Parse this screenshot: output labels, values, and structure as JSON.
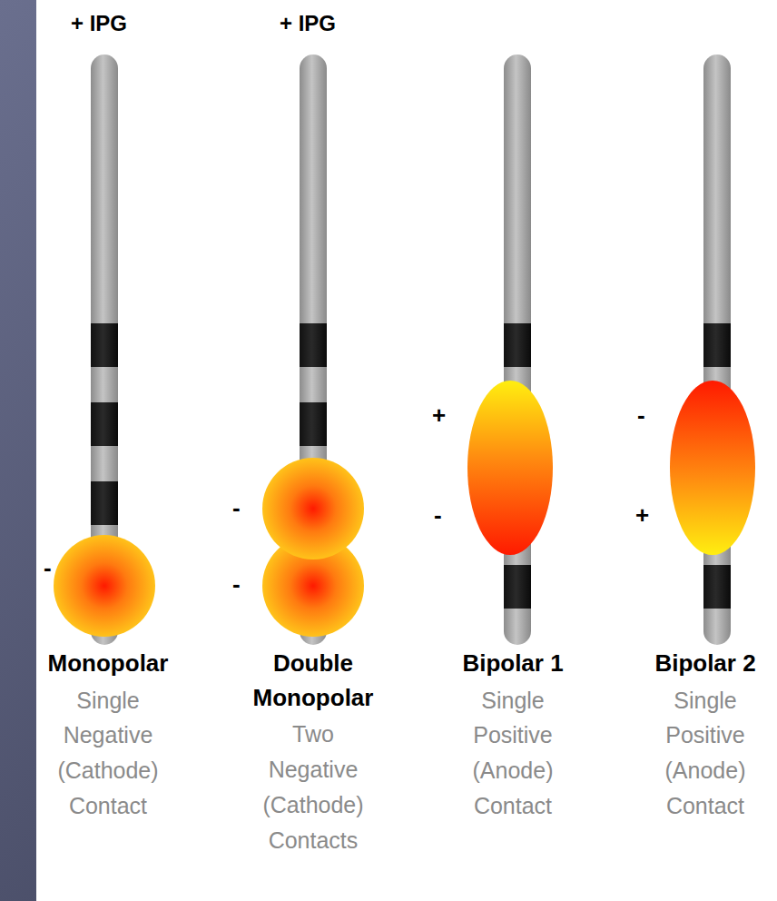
{
  "diagram": {
    "labels": [
      "+ IPG",
      "+ IPG",
      "-",
      "-",
      "-",
      "+",
      "-",
      "-",
      "+",
      "Monopolar",
      "Single Negative (Cathode) Contact",
      "Double Monopolar",
      "Two Negative (Cathode) Contacts",
      "Bipolar 1",
      "Single Positive (Anode) Contact",
      "Bipolar 2",
      "Single Positive (Anode) Contact"
    ]
  }
}
